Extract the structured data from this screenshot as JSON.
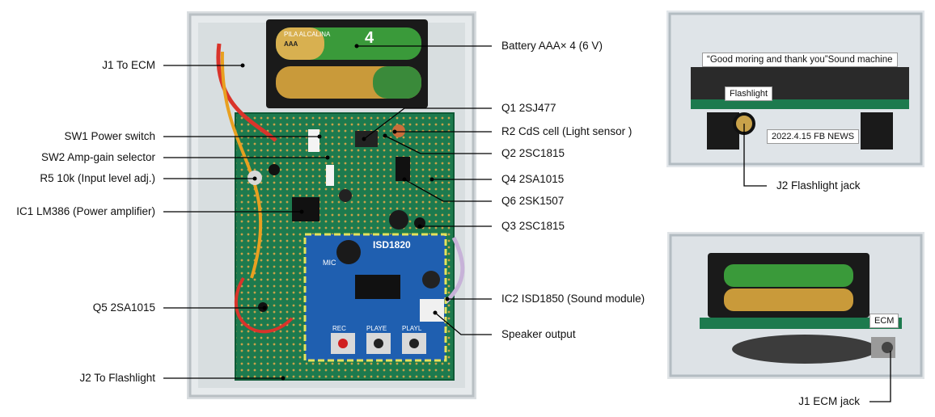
{
  "left_labels": [
    {
      "id": "j1",
      "text": "J1  To ECM"
    },
    {
      "id": "sw1",
      "text": "SW1  Power switch"
    },
    {
      "id": "sw2",
      "text": "SW2  Amp-gain selector"
    },
    {
      "id": "r5",
      "text": "R5  10k (Input level adj.)"
    },
    {
      "id": "ic1",
      "text": "IC1  LM386 (Power amplifier)"
    },
    {
      "id": "q5",
      "text": "Q5  2SA1015"
    },
    {
      "id": "j2",
      "text": "J2  To Flashlight"
    }
  ],
  "right_labels": [
    {
      "id": "battery",
      "text": "Battery  AAA× 4  (6 V)"
    },
    {
      "id": "q1",
      "text": "Q1  2SJ477"
    },
    {
      "id": "r2",
      "text": "R2  CdS cell (Light sensor )"
    },
    {
      "id": "q2",
      "text": "Q2  2SC1815"
    },
    {
      "id": "q4",
      "text": "Q4  2SA1015"
    },
    {
      "id": "q6",
      "text": "Q6  2SK1507"
    },
    {
      "id": "q3",
      "text": "Q3  2SC1815"
    },
    {
      "id": "ic2",
      "text": "IC2  ISD1850 (Sound module)"
    },
    {
      "id": "spk",
      "text": "Speaker output"
    }
  ],
  "board": {
    "module_title": "ISD1820",
    "mic": "MIC",
    "buttons": [
      "REC",
      "PLAYE",
      "PLAYL"
    ],
    "battery_text": "PILA ALCALINA",
    "battery_size": "AAA",
    "battery_num": "4"
  },
  "top_photo": {
    "caption_tag": "“Good moring and thank you”Sound machine",
    "flashlight_tag": "Flashlight",
    "date_tag": "2022.4.15  FB   NEWS",
    "jack_label": "J2   Flashlight jack"
  },
  "bottom_photo": {
    "ecm_tag": "ECM",
    "jack_label": "J1  ECM jack"
  }
}
